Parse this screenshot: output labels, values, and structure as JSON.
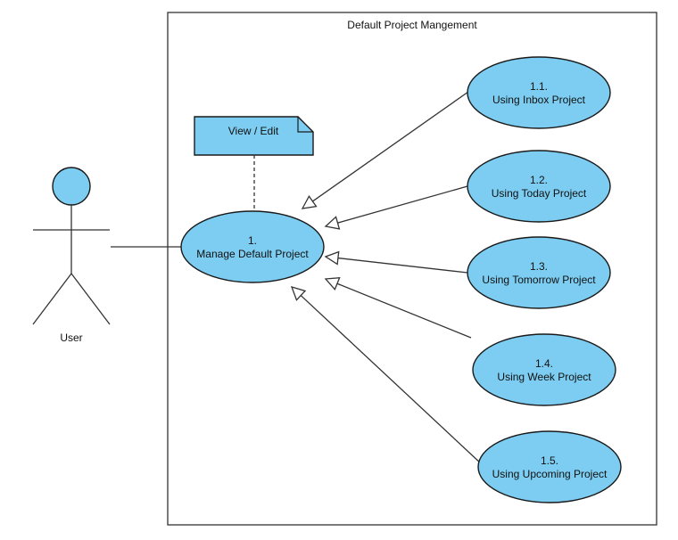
{
  "diagram": {
    "boundary_title": "Default Project Mangement",
    "actor": {
      "label": "User"
    },
    "note": {
      "label": "View / Edit"
    },
    "main_usecase": {
      "number": "1.",
      "label": "Manage Default Project"
    },
    "usecases": [
      {
        "number": "1.1.",
        "label": "Using Inbox Project"
      },
      {
        "number": "1.2.",
        "label": "Using Today Project"
      },
      {
        "number": "1.3.",
        "label": "Using Tomorrow Project"
      },
      {
        "number": "1.4.",
        "label": "Using Week Project"
      },
      {
        "number": "1.5.",
        "label": "Using Upcoming Project"
      }
    ]
  },
  "colors": {
    "usecase_fill": "#7ccdf1",
    "note_fill": "#7ccdf1",
    "actor_head_fill": "#7ccdf1",
    "stroke": "#1a1a1a"
  }
}
